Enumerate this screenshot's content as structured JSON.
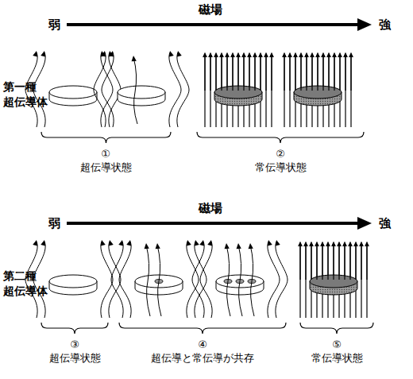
{
  "diagram": {
    "labels": [
      "磁場",
      "弱",
      "強",
      "第一種 超伝導体",
      "①",
      "超伝導状態",
      "②",
      "常伝導状態",
      "磁場",
      "弱",
      "強",
      "第二種 超伝導体",
      "③",
      "超伝導状態",
      "④",
      "超伝導と常伝導が共存",
      "⑤",
      "常伝導状態"
    ]
  }
}
